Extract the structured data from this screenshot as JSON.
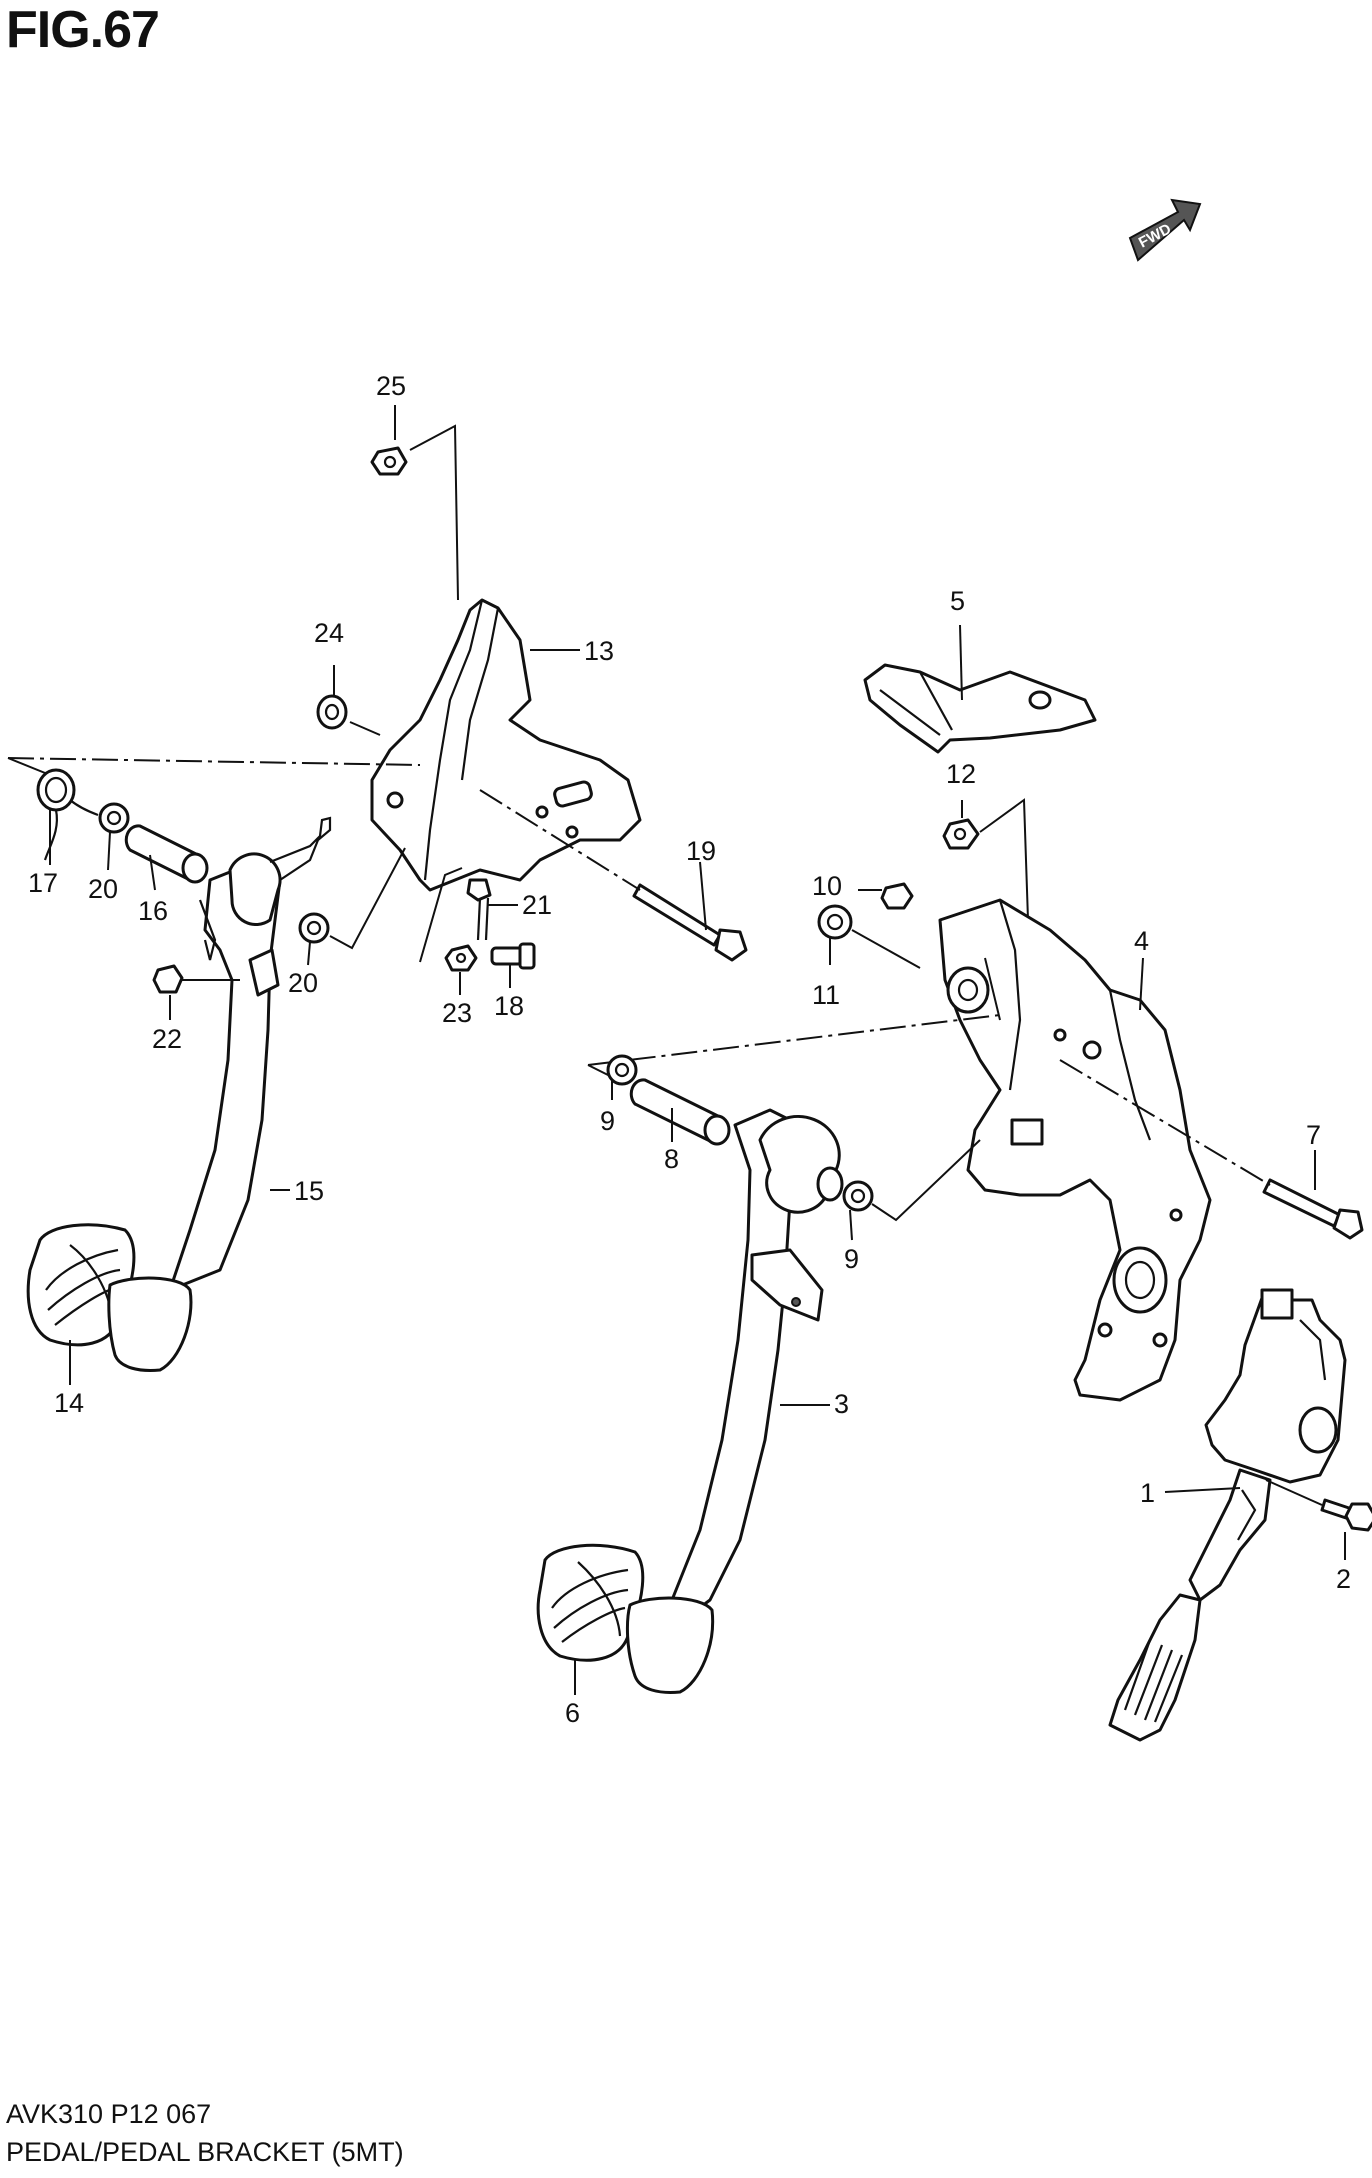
{
  "figure": {
    "title": "FIG.67",
    "direction_marker": "FWD",
    "footer_code": "AVK310 P12 067",
    "caption": "PEDAL/PEDAL BRACKET (5MT)"
  },
  "callouts": [
    {
      "id": "1",
      "label": "1"
    },
    {
      "id": "2",
      "label": "2"
    },
    {
      "id": "3",
      "label": "3"
    },
    {
      "id": "4",
      "label": "4"
    },
    {
      "id": "5",
      "label": "5"
    },
    {
      "id": "6",
      "label": "6"
    },
    {
      "id": "7",
      "label": "7"
    },
    {
      "id": "8",
      "label": "8"
    },
    {
      "id": "9a",
      "label": "9"
    },
    {
      "id": "9b",
      "label": "9"
    },
    {
      "id": "10",
      "label": "10"
    },
    {
      "id": "11",
      "label": "11"
    },
    {
      "id": "12",
      "label": "12"
    },
    {
      "id": "13",
      "label": "13"
    },
    {
      "id": "14",
      "label": "14"
    },
    {
      "id": "15",
      "label": "15"
    },
    {
      "id": "16",
      "label": "16"
    },
    {
      "id": "17",
      "label": "17"
    },
    {
      "id": "18",
      "label": "18"
    },
    {
      "id": "19",
      "label": "19"
    },
    {
      "id": "20a",
      "label": "20"
    },
    {
      "id": "20b",
      "label": "20"
    },
    {
      "id": "21",
      "label": "21"
    },
    {
      "id": "22",
      "label": "22"
    },
    {
      "id": "23",
      "label": "23"
    },
    {
      "id": "24",
      "label": "24"
    },
    {
      "id": "25",
      "label": "25"
    }
  ]
}
